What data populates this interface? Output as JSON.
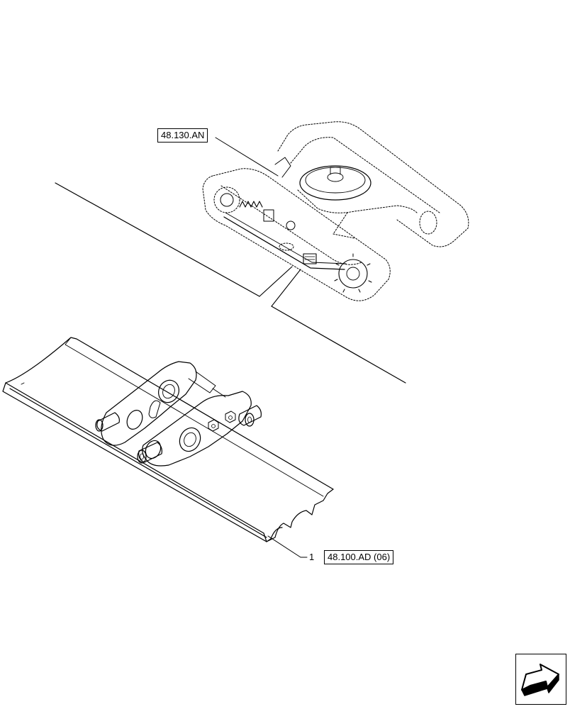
{
  "diagram": {
    "callouts": [
      {
        "id": "overview-ref",
        "label": "48.130.AN"
      },
      {
        "id": "track-chain-ref",
        "item": "1",
        "label": "48.100.AD (06)"
      }
    ],
    "icons": {
      "navigation": "next-page-arrow-icon"
    }
  }
}
